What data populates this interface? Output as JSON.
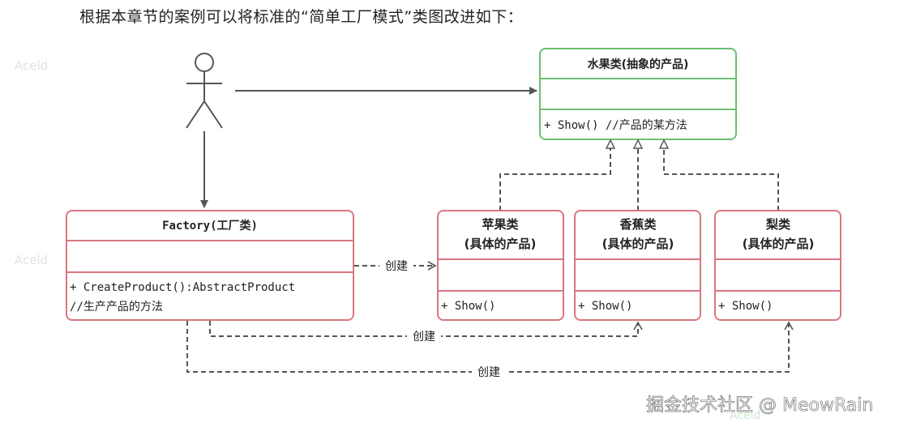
{
  "intro_text": "根据本章节的案例可以将标准的“简单工厂模式”类图改进如下：",
  "colors": {
    "abstract_border": "#6cbf73",
    "concrete_border": "#d9767f",
    "line": "#555555"
  },
  "actor": {
    "icon": "stick-figure-icon"
  },
  "abstract_class": {
    "title": "水果类(抽象的产品)",
    "method": "+ Show() //产品的某方法"
  },
  "factory": {
    "title": "Factory(工厂类)",
    "method_line1": "+ CreateProduct():AbstractProduct",
    "method_line2": "//生产产品的方法"
  },
  "products": [
    {
      "title_line1": "苹果类",
      "title_line2": "(具体的产品)",
      "method": "+ Show()"
    },
    {
      "title_line1": "香蕉类",
      "title_line2": "(具体的产品)",
      "method": "+ Show()"
    },
    {
      "title_line1": "梨类",
      "title_line2": "(具体的产品)",
      "method": "+ Show()"
    }
  ],
  "create_labels": [
    "创建",
    "创建",
    "创建"
  ],
  "watermark": {
    "faint": "Aceld",
    "main": "掘金技术社区 @ MeowRain"
  }
}
